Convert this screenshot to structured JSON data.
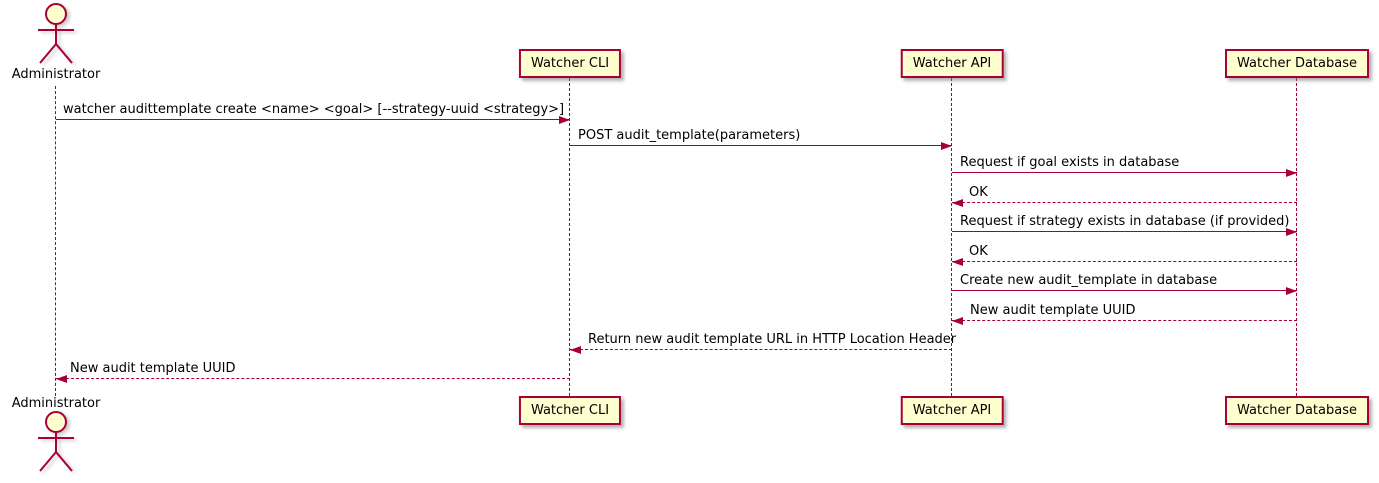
{
  "diagram_type": "UML sequence diagram",
  "colors": {
    "border": "#A80036",
    "arrow": "#A80036",
    "participant_fill": "#FEFECE",
    "text": "#000000",
    "background": "#FFFFFF"
  },
  "actor": {
    "label": "Administrator"
  },
  "participants": [
    {
      "label": "Watcher CLI"
    },
    {
      "label": "Watcher API"
    },
    {
      "label": "Watcher Database"
    }
  ],
  "messages": [
    {
      "from": "Administrator",
      "to": "Watcher CLI",
      "line": "solid",
      "direction": "right",
      "text": "watcher audittemplate create <name> <goal> [--strategy-uuid <strategy>]"
    },
    {
      "from": "Watcher CLI",
      "to": "Watcher API",
      "line": "solid",
      "direction": "right",
      "text": "POST audit_template(parameters)"
    },
    {
      "from": "Watcher API",
      "to": "Watcher Database",
      "line": "solid",
      "direction": "right",
      "text": "Request if goal exists in database"
    },
    {
      "from": "Watcher Database",
      "to": "Watcher API",
      "line": "dashed",
      "direction": "left",
      "text": "OK"
    },
    {
      "from": "Watcher API",
      "to": "Watcher Database",
      "line": "solid",
      "direction": "right",
      "text": "Request if strategy exists in database (if provided)"
    },
    {
      "from": "Watcher Database",
      "to": "Watcher API",
      "line": "dashed",
      "direction": "left",
      "text": "OK"
    },
    {
      "from": "Watcher API",
      "to": "Watcher Database",
      "line": "solid",
      "direction": "right",
      "text": "Create new audit_template in database"
    },
    {
      "from": "Watcher Database",
      "to": "Watcher API",
      "line": "dashed",
      "direction": "left",
      "text": "New audit template UUID"
    },
    {
      "from": "Watcher API",
      "to": "Watcher CLI",
      "line": "dashed",
      "direction": "left",
      "text": "Return new audit template URL in HTTP Location Header"
    },
    {
      "from": "Watcher CLI",
      "to": "Administrator",
      "line": "dashed",
      "direction": "left",
      "text": "New audit template UUID"
    }
  ]
}
